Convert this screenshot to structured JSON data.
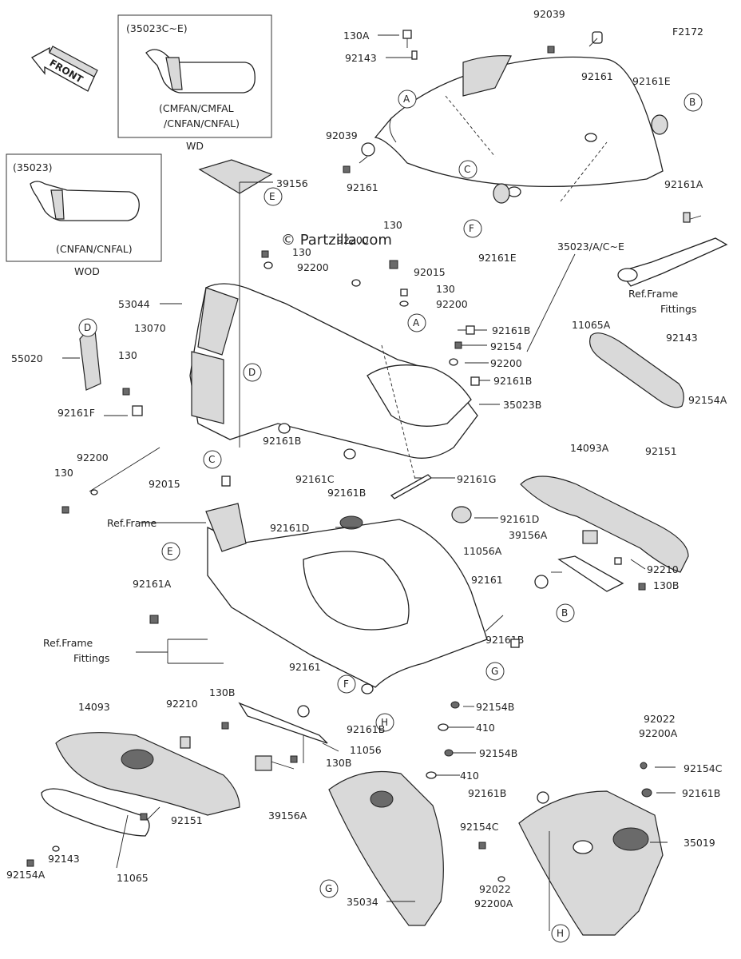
{
  "diagram_code": "F2172",
  "watermark": "© Partzilla.com",
  "front_arrow": "FRONT",
  "inset_wd": {
    "code": "(35023C~E)",
    "models_line1": "(CMFAN/CMFAL",
    "models_line2": "/CNFAN/CNFAL)",
    "caption": "WD"
  },
  "inset_wod": {
    "code": "(35023)",
    "models": "(CNFAN/CNFAL)",
    "caption": "WOD"
  },
  "ref_frame_fittings": {
    "line1": "Ref.Frame",
    "line2": "Fittings"
  },
  "ref_frame": "Ref.Frame",
  "callouts": {
    "A": "A",
    "B": "B",
    "C": "C",
    "D": "D",
    "E": "E",
    "F": "F",
    "G": "G",
    "H": "H"
  },
  "parts": {
    "p130A": "130A",
    "p92039_top": "92039",
    "p92143_top": "92143",
    "p92161_top": "92161",
    "p92161E_top": "92161E",
    "p92039_left": "92039",
    "p92161_mid": "92161",
    "p92161E_mid": "92161E",
    "p39156": "39156",
    "p35023_ACE": "35023/A/C~E",
    "p92161A_right": "92161A",
    "p130_a": "130",
    "p92200_a": "92200",
    "p130_b": "130",
    "p92200_b": "92200",
    "p92015_a": "92015",
    "p130_c": "130",
    "p92200_c": "92200",
    "p53044": "53044",
    "p13070": "13070",
    "p130_d": "130",
    "p55020": "55020",
    "p92161F": "92161F",
    "p92161B_a": "92161B",
    "p92154": "92154",
    "p92200_d": "92200",
    "p92161B_b": "92161B",
    "p35023B": "35023B",
    "p11065A": "11065A",
    "p92143_r": "92143",
    "p92154A_r": "92154A",
    "p92200_e": "92200",
    "p130_e": "130",
    "p92015_b": "92015",
    "p92161B_c": "92161B",
    "p92161C": "92161C",
    "p92161B_d": "92161B",
    "p92161G": "92161G",
    "p14093A": "14093A",
    "p92151_r": "92151",
    "p92161D_a": "92161D",
    "p92161D_b": "92161D",
    "p39156A_r": "39156A",
    "p11056A": "11056A",
    "p92210_r": "92210",
    "p92161_r": "92161",
    "p130B_r": "130B",
    "p92161A_l": "92161A",
    "p92161B_e": "92161B",
    "p92161_l": "92161",
    "p130B_l": "130B",
    "p14093": "14093",
    "p92210_l": "92210",
    "p11056": "11056",
    "p130B_l2": "130B",
    "p92161B_f": "92161B",
    "p92154B_a": "92154B",
    "p410_a": "410",
    "p92154B_b": "92154B",
    "p410_b": "410",
    "p92022_a": "92022",
    "p92200A_a": "92200A",
    "p92154C_a": "92154C",
    "p92161B_g": "92161B",
    "p92151_l": "92151",
    "p39156A_l": "39156A",
    "p92143_l": "92143",
    "p92154A_l": "92154A",
    "p11065": "11065",
    "p92161B_h": "92161B",
    "p92154C_b": "92154C",
    "p35019": "35019",
    "p92022_b": "92022",
    "p92200A_b": "92200A",
    "p35034": "35034"
  }
}
